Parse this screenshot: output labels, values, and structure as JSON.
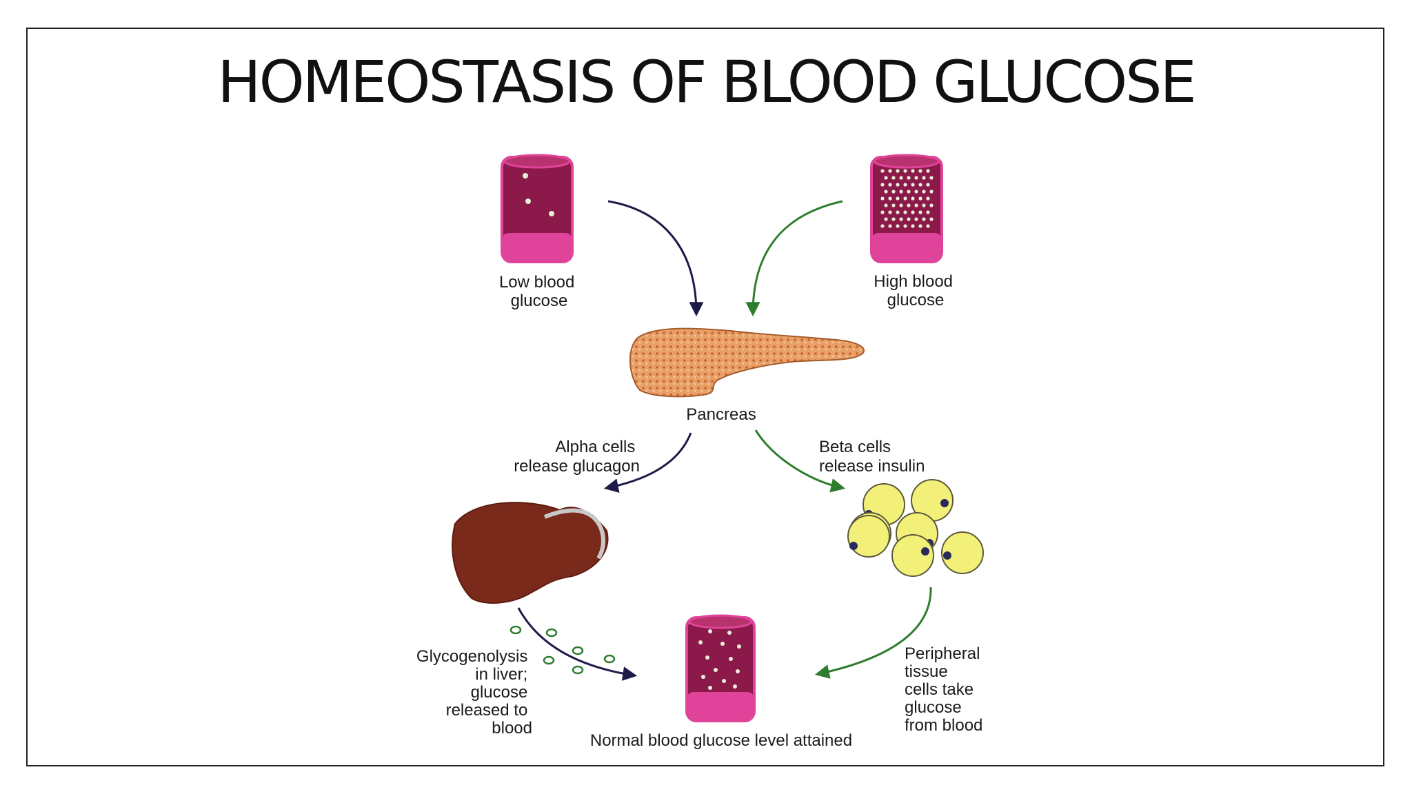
{
  "title": "HOMEOSTASIS OF BLOOD GLUCOSE",
  "labels": {
    "low_blood": [
      "Low blood",
      "glucose"
    ],
    "high_blood": [
      "High blood",
      "glucose"
    ],
    "pancreas": "Pancreas",
    "alpha": [
      "Alpha cells",
      "release glucagon"
    ],
    "beta": [
      "Beta cells",
      "release insulin"
    ],
    "glycogenolysis": [
      "Glycogenolysis",
      "in liver;",
      "glucose",
      "released to",
      "blood"
    ],
    "peripheral": [
      "Peripheral",
      "tissue",
      "cells take",
      "glucose",
      "from blood"
    ],
    "normal": "Normal blood glucose level attained"
  },
  "colors": {
    "vessel_wall": "#8b1a4a",
    "vessel_band": "#e0449a",
    "pancreas": "#e8a068",
    "liver": "#7a2a1a",
    "fat_cell": "#f3f07a",
    "arrow_glucagon": "#1e1a4a",
    "arrow_insulin": "#2e7d2e"
  }
}
